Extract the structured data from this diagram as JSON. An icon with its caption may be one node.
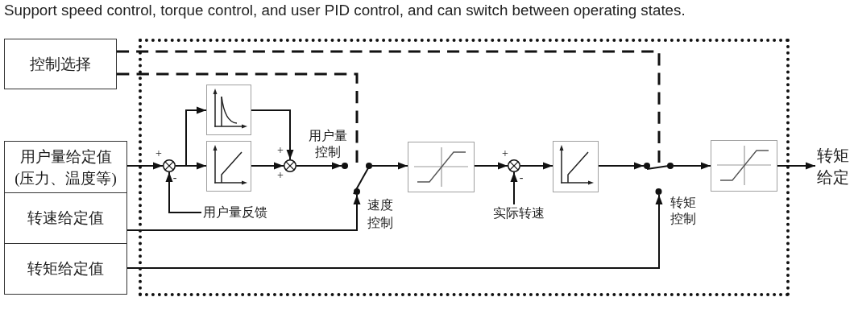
{
  "diagram": {
    "title": "Support speed control, torque control, and user PID control, and can switch between operating states.",
    "nodes": [
      {
        "text": [
          "控制选择"
        ]
      },
      {
        "text": [
          "用户量给定值(压力、温度等)"
        ]
      },
      {
        "text": [
          "转速给定值"
        ]
      },
      {
        "text": [
          "转矩给定值"
        ]
      },
      {
        "text": [],
        "shape": "box"
      },
      {
        "text": [],
        "shape": "circle",
        "in": 4,
        "beside": [
          "+",
          "-"
        ]
      },
      {
        "text": [
          "用户量反馈"
        ],
        "in": 4
      },
      {
        "text": [],
        "shape": "box",
        "in": 4
      },
      {
        "text": [],
        "shape": "box",
        "in": 4
      },
      {
        "text": [],
        "shape": "circle",
        "in": 4,
        "beside": [
          "+",
          "+"
        ]
      },
      {
        "text": [],
        "shape": "switch",
        "in": 4,
        "beside": [
          "速度控制"
        ]
      },
      {
        "text": [],
        "shape": "box",
        "in": 4
      },
      {
        "text": [],
        "shape": "circle",
        "in": 4,
        "beside": [
          "+",
          "-"
        ]
      },
      {
        "text": [
          "实际转速"
        ],
        "in": 4
      },
      {
        "text": [],
        "shape": "box",
        "in": 4
      },
      {
        "text": [],
        "shape": "switch",
        "in": 4,
        "beside": [
          "转矩控制"
        ]
      },
      {
        "text": [],
        "shape": "box",
        "in": 4
      },
      {
        "text": [
          "转矩给定"
        ]
      }
    ],
    "edges": [
      {
        "from": 0,
        "to": 15,
        "arrow": "none",
        "style": "dashed"
      },
      {
        "from": 0,
        "to": 10,
        "arrow": "none",
        "style": "dashed"
      },
      {
        "from": 1,
        "to": 5,
        "arrow": "to"
      },
      {
        "from": 6,
        "to": 5,
        "arrow": "to"
      },
      {
        "from": 5,
        "to": 7,
        "arrow": "to"
      },
      {
        "from": 5,
        "to": 8,
        "arrow": "to"
      },
      {
        "from": 7,
        "to": 9,
        "arrow": "to"
      },
      {
        "from": 8,
        "to": 9,
        "arrow": "to"
      },
      {
        "from": 9,
        "to": 10,
        "arrow": "to"
      },
      {
        "from": 2,
        "to": 10,
        "arrow": "to"
      },
      {
        "from": 10,
        "to": 11,
        "arrow": "to"
      },
      {
        "from": 11,
        "to": 12,
        "arrow": "to"
      },
      {
        "from": 13,
        "to": 12,
        "arrow": "to"
      },
      {
        "from": 12,
        "to": 14,
        "arrow": "to"
      },
      {
        "from": 14,
        "to": 15,
        "arrow": "to"
      },
      {
        "from": 3,
        "to": 15,
        "arrow": "to"
      },
      {
        "from": 15,
        "to": 16,
        "arrow": "to"
      },
      {
        "from": 16,
        "to": 17,
        "arrow": "to"
      }
    ],
    "labels": [
      "用户量控制"
    ]
  }
}
